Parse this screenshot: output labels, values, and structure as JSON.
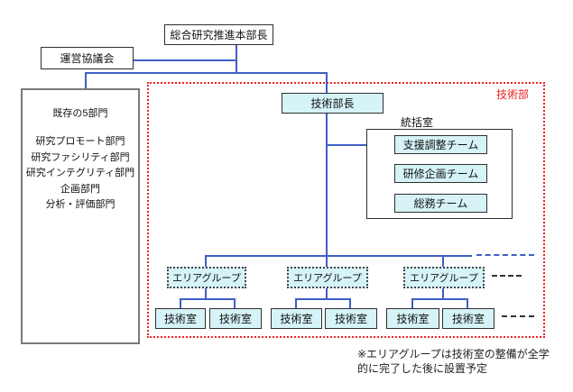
{
  "org_chart": {
    "headquarters_director": "総合研究推進本部長",
    "management_council": "運営協議会",
    "existing_departments": {
      "title": "既存の5部門",
      "items": [
        "研究プロモート部門",
        "研究ファシリティ部門",
        "研究インテグリティ部門",
        "企画部門",
        "分析・評価部門"
      ]
    },
    "technical_division": {
      "frame_label": "技術部",
      "director": "技術部長",
      "supervision_office": {
        "title": "統括室",
        "teams": [
          "支援調整チーム",
          "研修企画チーム",
          "総務チーム"
        ]
      },
      "area_groups": [
        {
          "label": "エリアグループ",
          "rooms": [
            "技術室",
            "技術室"
          ]
        },
        {
          "label": "エリアグループ",
          "rooms": [
            "技術室",
            "技術室"
          ]
        },
        {
          "label": "エリアグループ",
          "rooms": [
            "技術室",
            "技術室"
          ]
        }
      ]
    },
    "footnote": {
      "line1": "※エリアグループは技術室の整備が全学",
      "line2": "的に完了した後に設置予定"
    }
  },
  "colors": {
    "connector_blue": "#3f5fc4",
    "node_fill_cyan": "#d6f3f7",
    "frame_red": "#ee2222",
    "border_dark": "#2f2f2f",
    "left_panel_border": "#7a7a7a"
  }
}
